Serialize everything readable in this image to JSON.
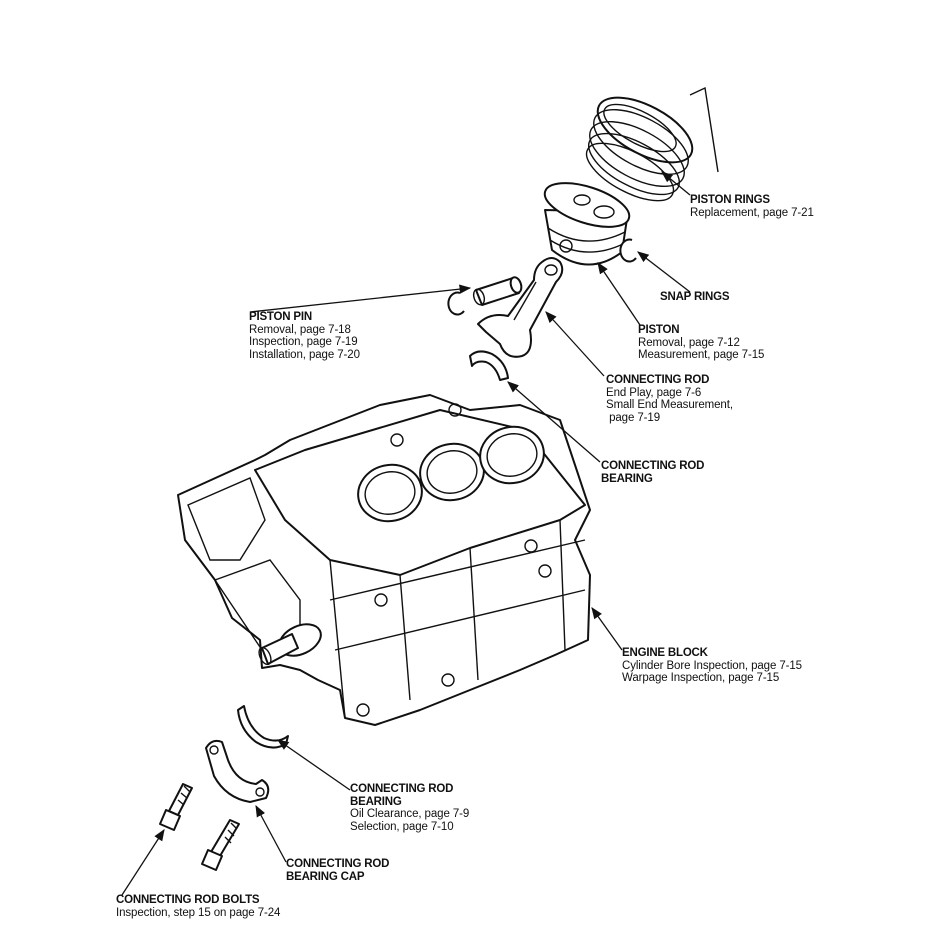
{
  "callouts": {
    "piston_rings": {
      "title": "PISTON RINGS",
      "refs": [
        "Replacement, page 7-21"
      ]
    },
    "snap_rings": {
      "title": "SNAP RINGS",
      "refs": []
    },
    "piston": {
      "title": "PISTON",
      "refs": [
        "Removal, page 7-12",
        "Measurement, page 7-15"
      ]
    },
    "piston_pin": {
      "title": "PISTON PIN",
      "refs": [
        "Removal, page 7-18",
        "Inspection, page 7-19",
        "Installation, page 7-20"
      ]
    },
    "connecting_rod": {
      "title": "CONNECTING ROD",
      "refs": [
        "End Play, page 7-6",
        "Small End Measurement,",
        " page 7-19"
      ]
    },
    "connecting_rod_bearing_upper": {
      "title_lines": [
        "CONNECTING ROD",
        "BEARING"
      ],
      "refs": []
    },
    "engine_block": {
      "title": "ENGINE BLOCK",
      "refs": [
        "Cylinder Bore Inspection, page 7-15",
        "Warpage Inspection, page 7-15"
      ]
    },
    "connecting_rod_bearing_lower": {
      "title_lines": [
        "CONNECTING ROD",
        "BEARING"
      ],
      "refs": [
        "Oil Clearance, page 7-9",
        "Selection, page 7-10"
      ]
    },
    "connecting_rod_bearing_cap": {
      "title_lines": [
        "CONNECTING ROD",
        "BEARING CAP"
      ],
      "refs": []
    },
    "connecting_rod_bolts": {
      "title": "CONNECTING ROD BOLTS",
      "refs": [
        "Inspection, step 15 on page 7-24"
      ]
    }
  }
}
